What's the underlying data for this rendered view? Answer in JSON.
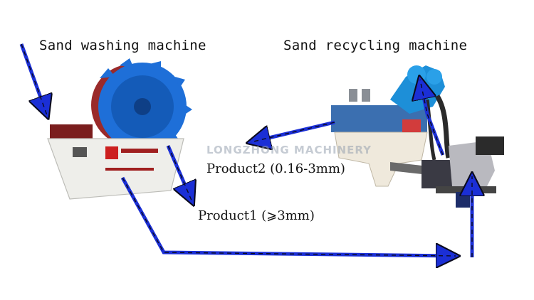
{
  "labels": {
    "washing_title": "Sand washing machine",
    "recycling_title": "Sand recycling machine",
    "product2": "Product2 (0.16-3mm)",
    "product1": "Product1 (⩾3mm)",
    "watermark": "LONGZHONG MACHINERY"
  },
  "colors": {
    "arrow_blue": "#1b2fd6",
    "arrow_dash": "#0b0b1e",
    "wheel_blue": "#1e6fd8",
    "wheel_red": "#9a2a2a",
    "tank_white": "#eeeeea",
    "screen_blue": "#3b6fb0",
    "cyclone_blue": "#1d8fd8"
  },
  "icons": [
    "sand-washing-machine-icon",
    "sand-recycling-machine-icon"
  ]
}
